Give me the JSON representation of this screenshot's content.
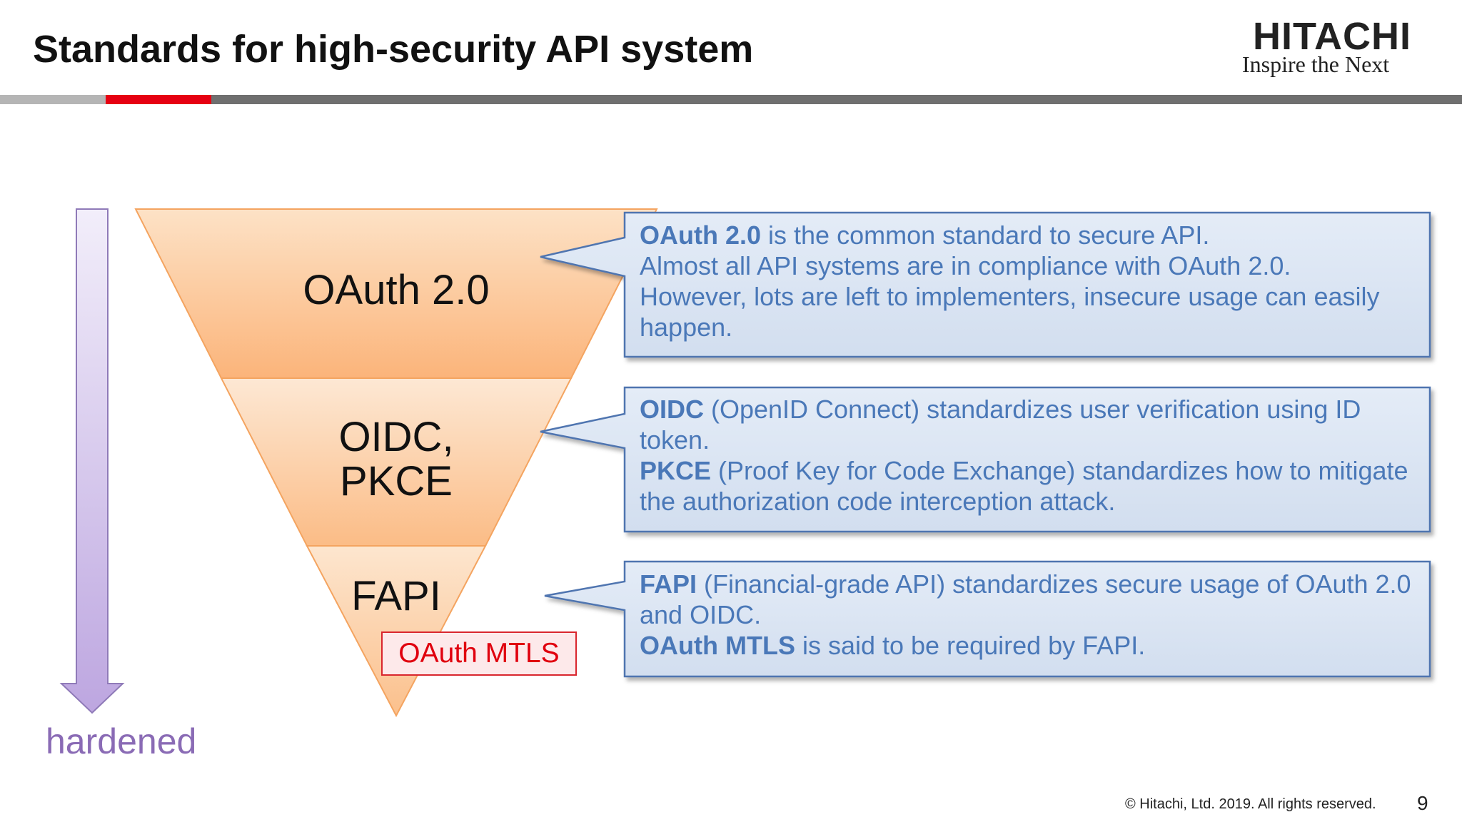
{
  "slide": {
    "title": "Standards for high-security API system",
    "logo": {
      "word": "HITACHI",
      "tagline": "Inspire the Next"
    },
    "layers": {
      "oauth": "OAuth 2.0",
      "oidc_line1": "OIDC,",
      "oidc_line2": "PKCE",
      "fapi": "FAPI",
      "mtls_badge": "OAuth MTLS"
    },
    "callouts": {
      "c1": {
        "bold1": "OAuth 2.0",
        "rest1": " is the common standard to secure API.",
        "line2": "Almost all API systems are in compliance with OAuth 2.0.",
        "line3": "However, lots are left to implementers, insecure usage can easily happen."
      },
      "c2": {
        "bold1": "OIDC",
        "rest1": " (OpenID Connect) standardizes user verification using ID token.",
        "bold2": "PKCE",
        "rest2": " (Proof Key for Code Exchange) standardizes how to mitigate the authorization code interception attack."
      },
      "c3": {
        "bold1": "FAPI",
        "rest1": " (Financial-grade API) standardizes secure usage of OAuth 2.0 and OIDC.",
        "bold2": "OAuth MTLS",
        "rest2": " is said to be required by FAPI."
      }
    },
    "arrow_label": "hardened",
    "footer": {
      "copyright": "© Hitachi, Ltd. 2019. All rights reserved.",
      "page": "9"
    },
    "colors": {
      "accent_red": "#e60012",
      "callout_text": "#4a78b8",
      "callout_fill": "#dce6f4",
      "funnel_fill": "#fbbf85",
      "arrow_fill": "#c9b6e6"
    }
  }
}
